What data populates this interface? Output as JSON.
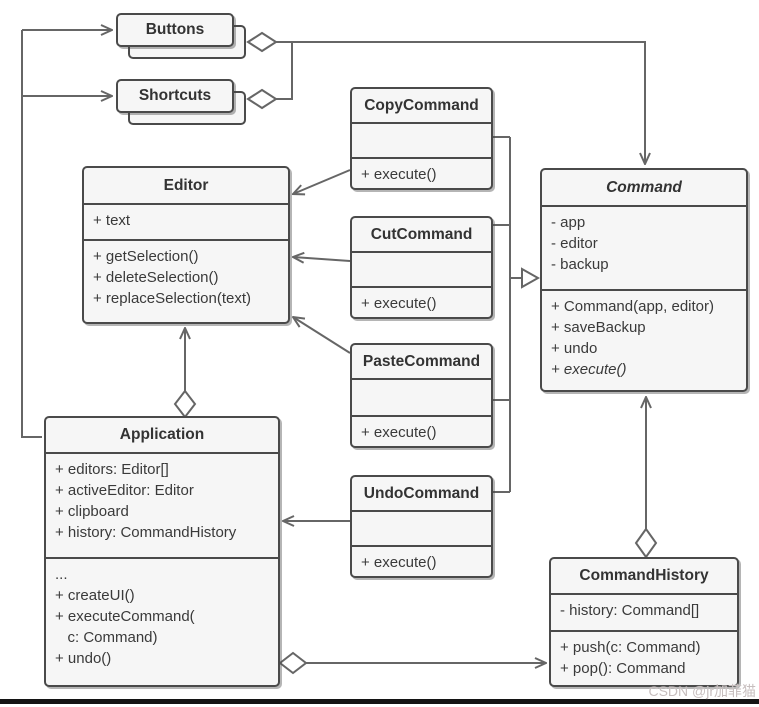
{
  "diagram": {
    "watermark": "CSDN @jr加菲猫",
    "colors": {
      "box_fill": "#f6f6f6",
      "box_border": "#4a4a4a",
      "wire": "#666666",
      "text": "#333333"
    },
    "classes": {
      "buttons": {
        "title": "Buttons"
      },
      "shortcuts": {
        "title": "Shortcuts"
      },
      "editor": {
        "title": "Editor",
        "attributes": [
          "+ text"
        ],
        "methods": [
          "+ getSelection()",
          "+ deleteSelection()",
          "+ replaceSelection(text)"
        ]
      },
      "copy_command": {
        "title": "CopyCommand",
        "attributes": [],
        "methods": [
          "+ execute()"
        ]
      },
      "cut_command": {
        "title": "CutCommand",
        "attributes": [],
        "methods": [
          "+ execute()"
        ]
      },
      "paste_command": {
        "title": "PasteCommand",
        "attributes": [],
        "methods": [
          "+ execute()"
        ]
      },
      "undo_command": {
        "title": "UndoCommand",
        "attributes": [],
        "methods": [
          "+ execute()"
        ]
      },
      "command": {
        "title": "Command",
        "abstract": true,
        "attributes": [
          "- app",
          "- editor",
          "- backup"
        ],
        "methods": [
          "+ Command(app, editor)",
          "+ saveBackup",
          "+ undo",
          {
            "text": "+ execute()",
            "style": "italic"
          }
        ]
      },
      "application": {
        "title": "Application",
        "attributes": [
          "+ editors: Editor[]",
          "+ activeEditor: Editor",
          "+ clipboard",
          "+ history: CommandHistory"
        ],
        "methods": [
          "...",
          "+ createUI()",
          "+ executeCommand(",
          "   c: Command)",
          "+ undo()"
        ]
      },
      "command_history": {
        "title": "CommandHistory",
        "attributes": [
          "- history: Command[]"
        ],
        "methods": [
          "+ push(c: Command)",
          "+ pop(): Command"
        ]
      }
    }
  }
}
